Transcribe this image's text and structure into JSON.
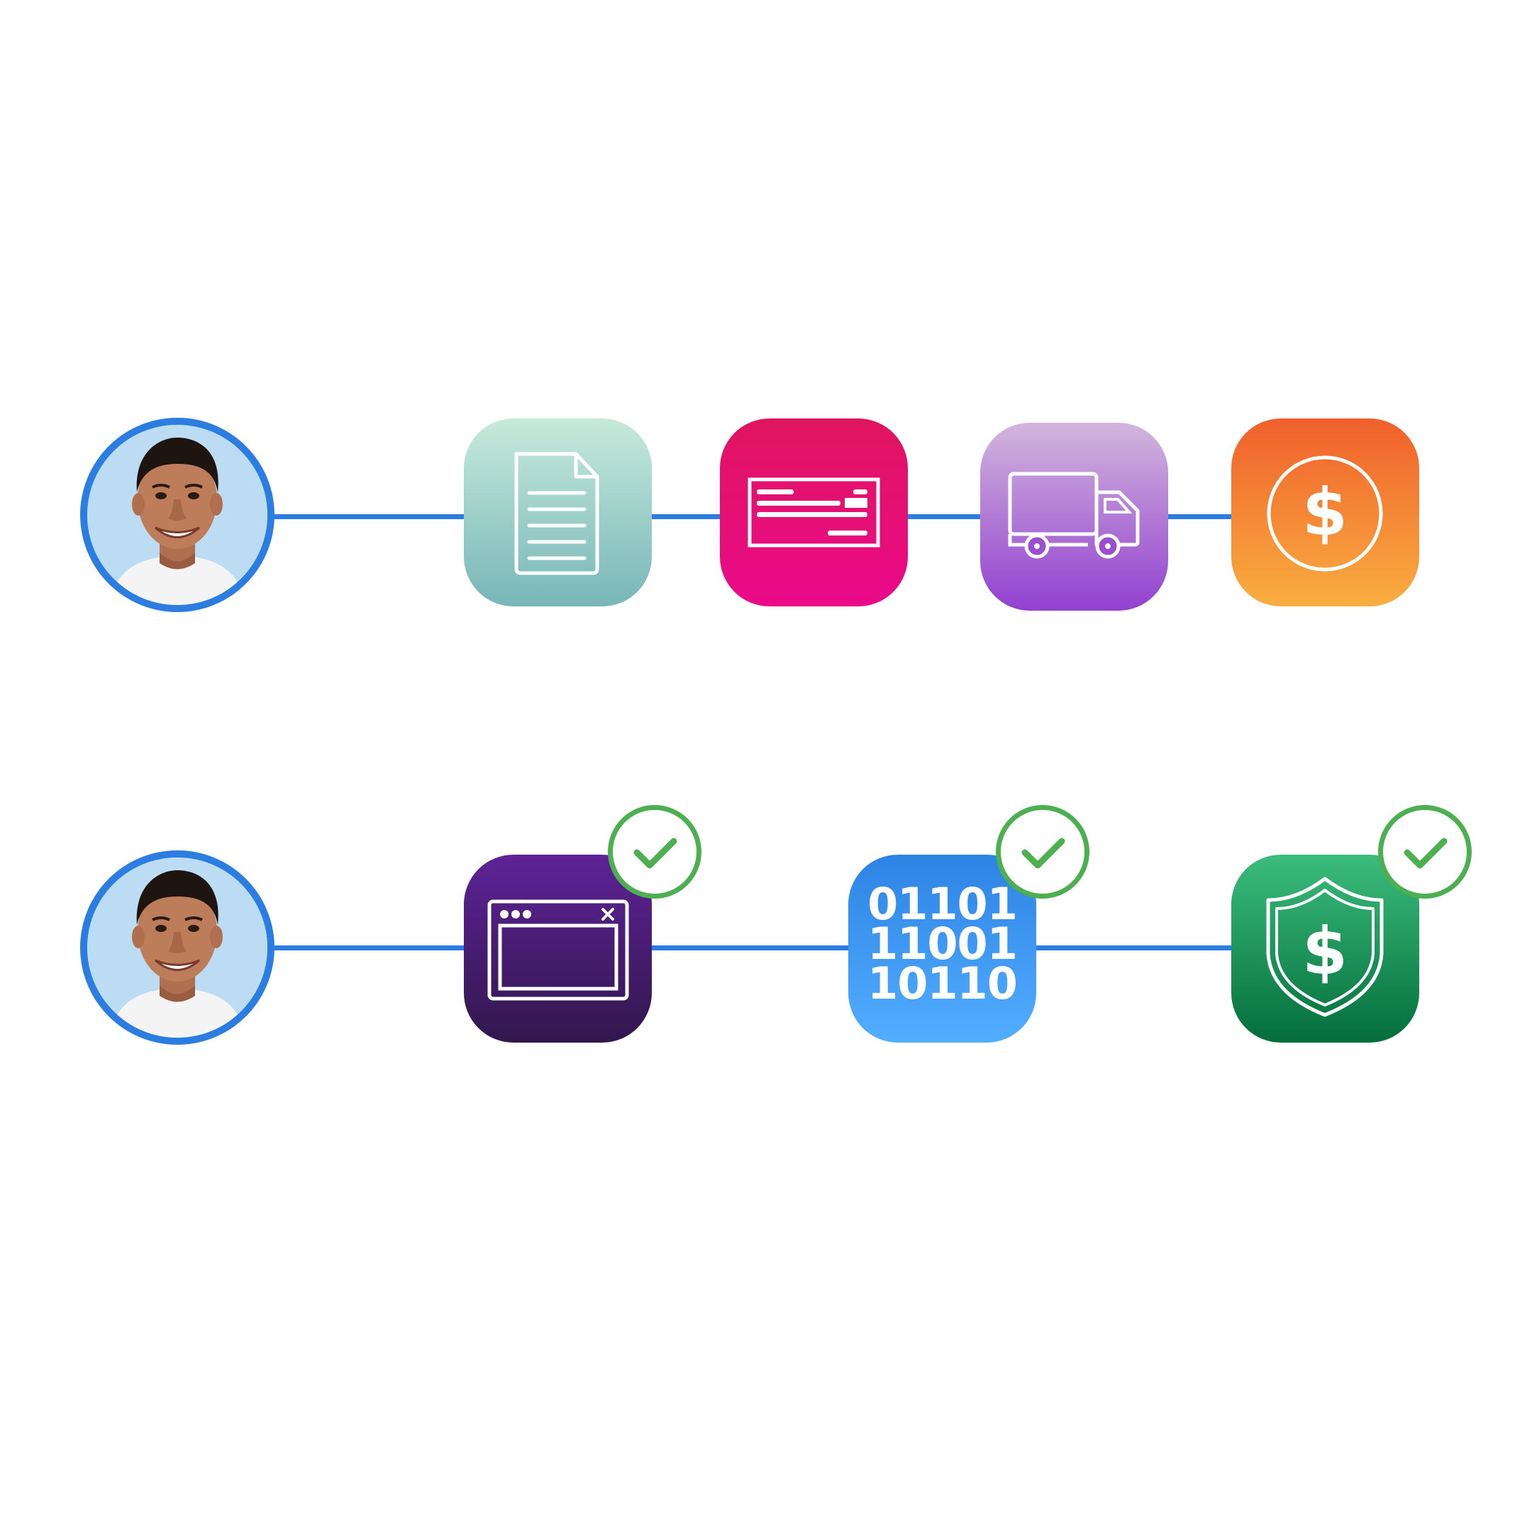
{
  "colors": {
    "connector": "#2b7de1",
    "check": "#4caf50",
    "document_tile": [
      "#c6eadb",
      "#78b6b8"
    ],
    "check_tile": [
      "#e0155f",
      "#ea0a8a"
    ],
    "truck_tile": [
      "#d2b6dc",
      "#9240d0"
    ],
    "payment_tile": [
      "#f0602c",
      "#f9ae40"
    ],
    "browser_tile": [
      "#5e2296",
      "#31174d"
    ],
    "data_tile": [
      "#2d83e4",
      "#52aeff"
    ],
    "shield_tile": [
      "#3bbc7c",
      "#046e3c"
    ]
  },
  "row1": {
    "avatar_icon": "person-photo",
    "steps": [
      {
        "icon": "document-icon"
      },
      {
        "icon": "check-payment-icon"
      },
      {
        "icon": "truck-icon"
      },
      {
        "icon": "dollar-coin-icon"
      }
    ]
  },
  "row2": {
    "avatar_icon": "person-photo",
    "steps": [
      {
        "icon": "browser-window-icon",
        "verified": true
      },
      {
        "icon": "binary-data-icon",
        "verified": true,
        "lines": [
          "01101",
          "11001",
          "10110"
        ]
      },
      {
        "icon": "shield-dollar-icon",
        "verified": true
      }
    ]
  }
}
